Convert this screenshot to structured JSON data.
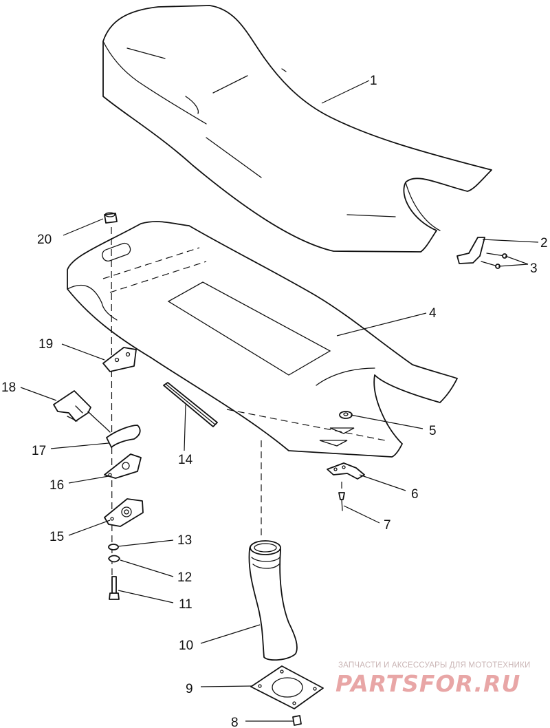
{
  "callouts": [
    "1",
    "2",
    "3",
    "4",
    "5",
    "6",
    "7",
    "8",
    "9",
    "10",
    "11",
    "12",
    "13",
    "14",
    "15",
    "16",
    "17",
    "18",
    "19",
    "20"
  ],
  "watermark": {
    "tagline": "ЗАПЧАСТИ И АКСЕССУАРЫ ДЛЯ МОТОТЕХНИКИ",
    "logo": "PARTSFOR.RU"
  }
}
